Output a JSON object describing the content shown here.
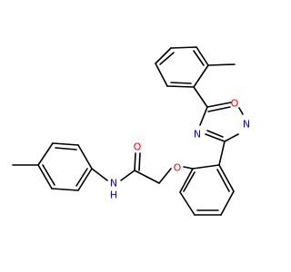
{
  "molecule": {
    "atoms": {
      "o_ring": {
        "text": "O",
        "color": "#ff0000"
      },
      "n_ring_top": {
        "text": "N",
        "color": "#0000ff"
      },
      "n_ring_left": {
        "text": "N",
        "color": "#0000ff"
      },
      "o_ether": {
        "text": "O",
        "color": "#ff0000"
      },
      "o_carbonyl": {
        "text": "O",
        "color": "#ff0000"
      },
      "n_amide": {
        "text": "N",
        "color": "#0000ff"
      },
      "h_amide": {
        "text": "H",
        "color": "#0000ff"
      }
    }
  }
}
